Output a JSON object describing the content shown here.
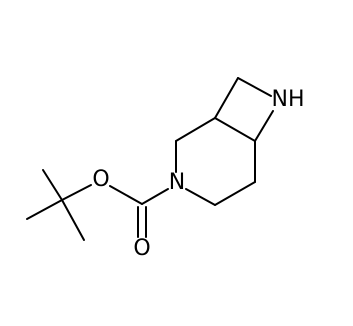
{
  "structure": {
    "atoms": {
      "n_amine": "NH",
      "n_carbamate": "N",
      "o_ester": "O",
      "o_carbonyl": "O"
    }
  },
  "colors": {
    "bond": "#000000",
    "label": "#000000",
    "background": "#ffffff"
  }
}
